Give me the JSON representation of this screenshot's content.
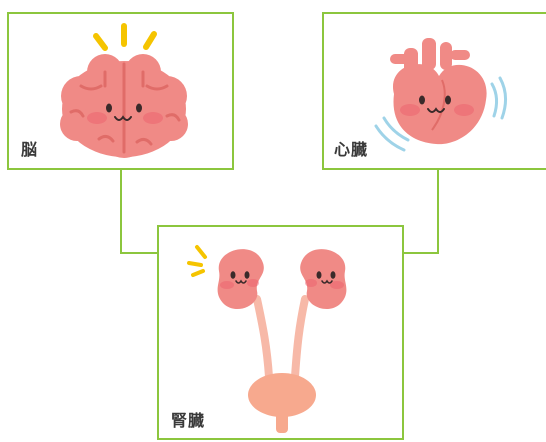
{
  "organs": [
    {
      "id": "brain",
      "label": "脳"
    },
    {
      "id": "heart",
      "label": "心臓"
    },
    {
      "id": "kidney",
      "label": "腎臓"
    }
  ],
  "colors": {
    "border": "#8cc63e",
    "organ_pink": "#f08a86",
    "organ_dark": "#e06c68",
    "face": "#3a2a2a",
    "sparkle": "#f5c400",
    "motion_lines": "#9fd3e8",
    "ureter": "#f7b9a8",
    "bladder": "#f7a98e"
  }
}
